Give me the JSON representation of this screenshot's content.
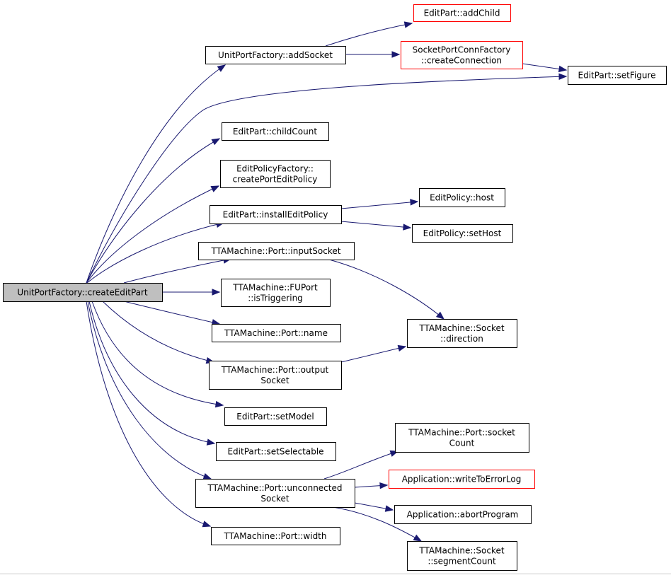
{
  "diagram": {
    "title": "",
    "nodes": [
      {
        "id": "root",
        "lines": [
          "UnitPortFactory::createEditPart"
        ],
        "root": true
      },
      {
        "id": "addSocket",
        "lines": [
          "UnitPortFactory::addSocket"
        ]
      },
      {
        "id": "addChild",
        "lines": [
          "EditPart::addChild"
        ],
        "red": true
      },
      {
        "id": "createConnection",
        "lines": [
          "SocketPortConnFactory",
          "::createConnection"
        ],
        "red": true
      },
      {
        "id": "setFigure",
        "lines": [
          "EditPart::setFigure"
        ]
      },
      {
        "id": "childCount",
        "lines": [
          "EditPart::childCount"
        ]
      },
      {
        "id": "createPortEditPolicy",
        "lines": [
          "EditPolicyFactory::",
          "createPortEditPolicy"
        ]
      },
      {
        "id": "installEditPolicy",
        "lines": [
          "EditPart::installEditPolicy"
        ]
      },
      {
        "id": "host",
        "lines": [
          "EditPolicy::host"
        ]
      },
      {
        "id": "setHost",
        "lines": [
          "EditPolicy::setHost"
        ]
      },
      {
        "id": "inputSocket",
        "lines": [
          "TTAMachine::Port::inputSocket"
        ]
      },
      {
        "id": "isTriggering",
        "lines": [
          "TTAMachine::FUPort",
          "::isTriggering"
        ]
      },
      {
        "id": "name",
        "lines": [
          "TTAMachine::Port::name"
        ]
      },
      {
        "id": "direction",
        "lines": [
          "TTAMachine::Socket",
          "::direction"
        ]
      },
      {
        "id": "outputSocket",
        "lines": [
          "TTAMachine::Port::output",
          "Socket"
        ]
      },
      {
        "id": "setModel",
        "lines": [
          "EditPart::setModel"
        ]
      },
      {
        "id": "setSelectable",
        "lines": [
          "EditPart::setSelectable"
        ]
      },
      {
        "id": "socketCount",
        "lines": [
          "TTAMachine::Port::socket",
          "Count"
        ]
      },
      {
        "id": "unconnectedSocket",
        "lines": [
          "TTAMachine::Port::unconnected",
          "Socket"
        ]
      },
      {
        "id": "writeToErrorLog",
        "lines": [
          "Application::writeToErrorLog"
        ],
        "red": true
      },
      {
        "id": "abortProgram",
        "lines": [
          "Application::abortProgram"
        ]
      },
      {
        "id": "width",
        "lines": [
          "TTAMachine::Port::width"
        ]
      },
      {
        "id": "segmentCount",
        "lines": [
          "TTAMachine::Socket",
          "::segmentCount"
        ]
      }
    ],
    "edges": [
      [
        "root",
        "addSocket"
      ],
      [
        "root",
        "setFigure"
      ],
      [
        "root",
        "childCount"
      ],
      [
        "root",
        "createPortEditPolicy"
      ],
      [
        "root",
        "installEditPolicy"
      ],
      [
        "root",
        "inputSocket"
      ],
      [
        "root",
        "isTriggering"
      ],
      [
        "root",
        "name"
      ],
      [
        "root",
        "outputSocket"
      ],
      [
        "root",
        "setModel"
      ],
      [
        "root",
        "setSelectable"
      ],
      [
        "root",
        "unconnectedSocket"
      ],
      [
        "root",
        "width"
      ],
      [
        "addSocket",
        "addChild"
      ],
      [
        "addSocket",
        "createConnection"
      ],
      [
        "createConnection",
        "setFigure"
      ],
      [
        "installEditPolicy",
        "host"
      ],
      [
        "installEditPolicy",
        "setHost"
      ],
      [
        "inputSocket",
        "direction"
      ],
      [
        "outputSocket",
        "direction"
      ],
      [
        "unconnectedSocket",
        "socketCount"
      ],
      [
        "unconnectedSocket",
        "writeToErrorLog"
      ],
      [
        "unconnectedSocket",
        "abortProgram"
      ],
      [
        "unconnectedSocket",
        "segmentCount"
      ]
    ],
    "colors": {
      "edge": "#191970",
      "border": "#000000",
      "error_border": "#ff0000",
      "root_fill": "#bfbfbf",
      "background": "#ffffff"
    }
  }
}
